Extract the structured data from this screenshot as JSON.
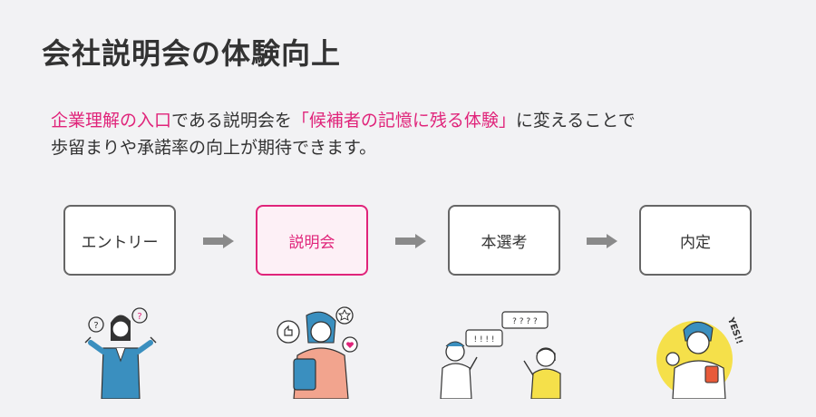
{
  "title": "会社説明会の体験向上",
  "description": {
    "line1_highlight_a": "企業理解の入口",
    "line1_text_a": "である説明会を",
    "line1_highlight_b": "「候補者の記憶に残る体験」",
    "line1_text_b": "に変えることで",
    "line2": "歩留まりや承諾率の向上が期待できます。"
  },
  "steps": [
    {
      "label": "エントリー",
      "active": false
    },
    {
      "label": "説明会",
      "active": true
    },
    {
      "label": "本選考",
      "active": false
    },
    {
      "label": "内定",
      "active": false
    }
  ],
  "illustrations": {
    "entry_bubble_a": "?",
    "entry_bubble_b": "?",
    "selection_bubble_a": "! ! ! !",
    "selection_bubble_b": "? ? ? ?",
    "offer_text": "YES!!"
  },
  "colors": {
    "accent": "#e0247a",
    "illustration_blue": "#3a8fbf",
    "illustration_pink": "#f2a48e",
    "illustration_yellow": "#f5e04a"
  }
}
